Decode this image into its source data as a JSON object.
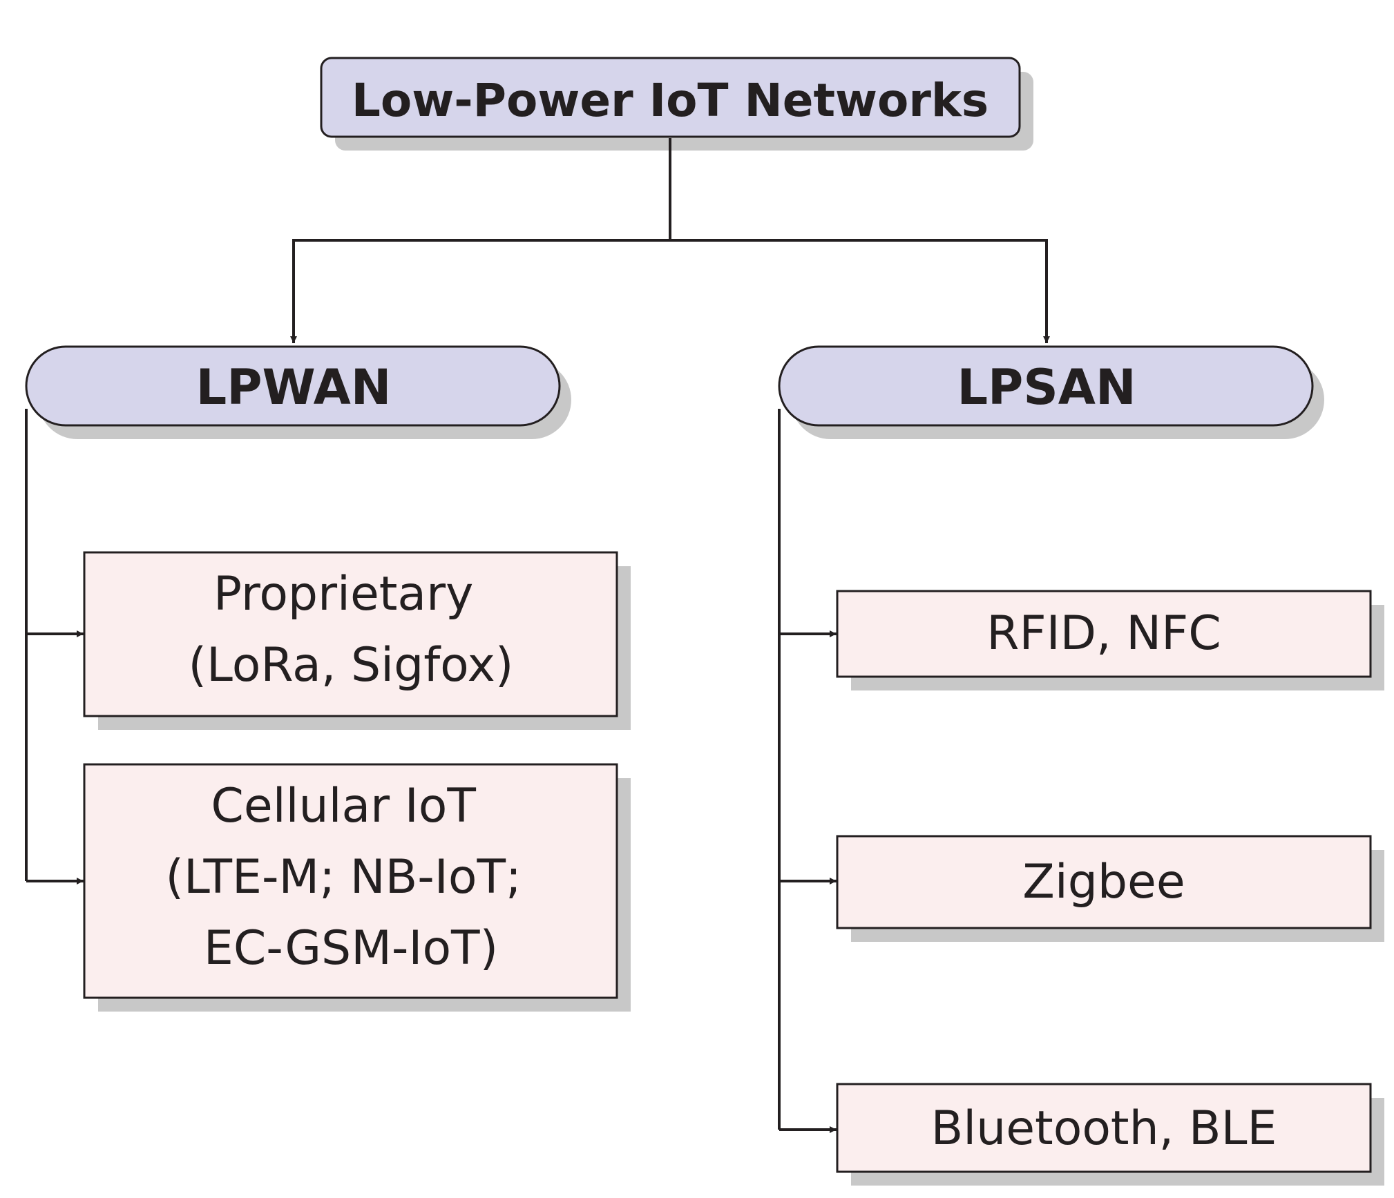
{
  "colors": {
    "root_fill": "#d6d5eb",
    "category_fill": "#d6d5eb",
    "leaf_fill": "#fbeeee",
    "stroke": "#231f20",
    "shadow": "#c8c8c8"
  },
  "root": {
    "label": "Low-Power IoT Networks"
  },
  "categories": [
    {
      "label": "LPWAN",
      "children": [
        {
          "lines": [
            "Proprietary",
            "(LoRa, Sigfox)"
          ]
        },
        {
          "lines": [
            "Cellular IoT",
            "(LTE-M; NB-IoT;",
            "EC-GSM-IoT)"
          ]
        }
      ]
    },
    {
      "label": "LPSAN",
      "children": [
        {
          "lines": [
            "RFID, NFC"
          ]
        },
        {
          "lines": [
            "Zigbee"
          ]
        },
        {
          "lines": [
            "Bluetooth, BLE"
          ]
        }
      ]
    }
  ]
}
